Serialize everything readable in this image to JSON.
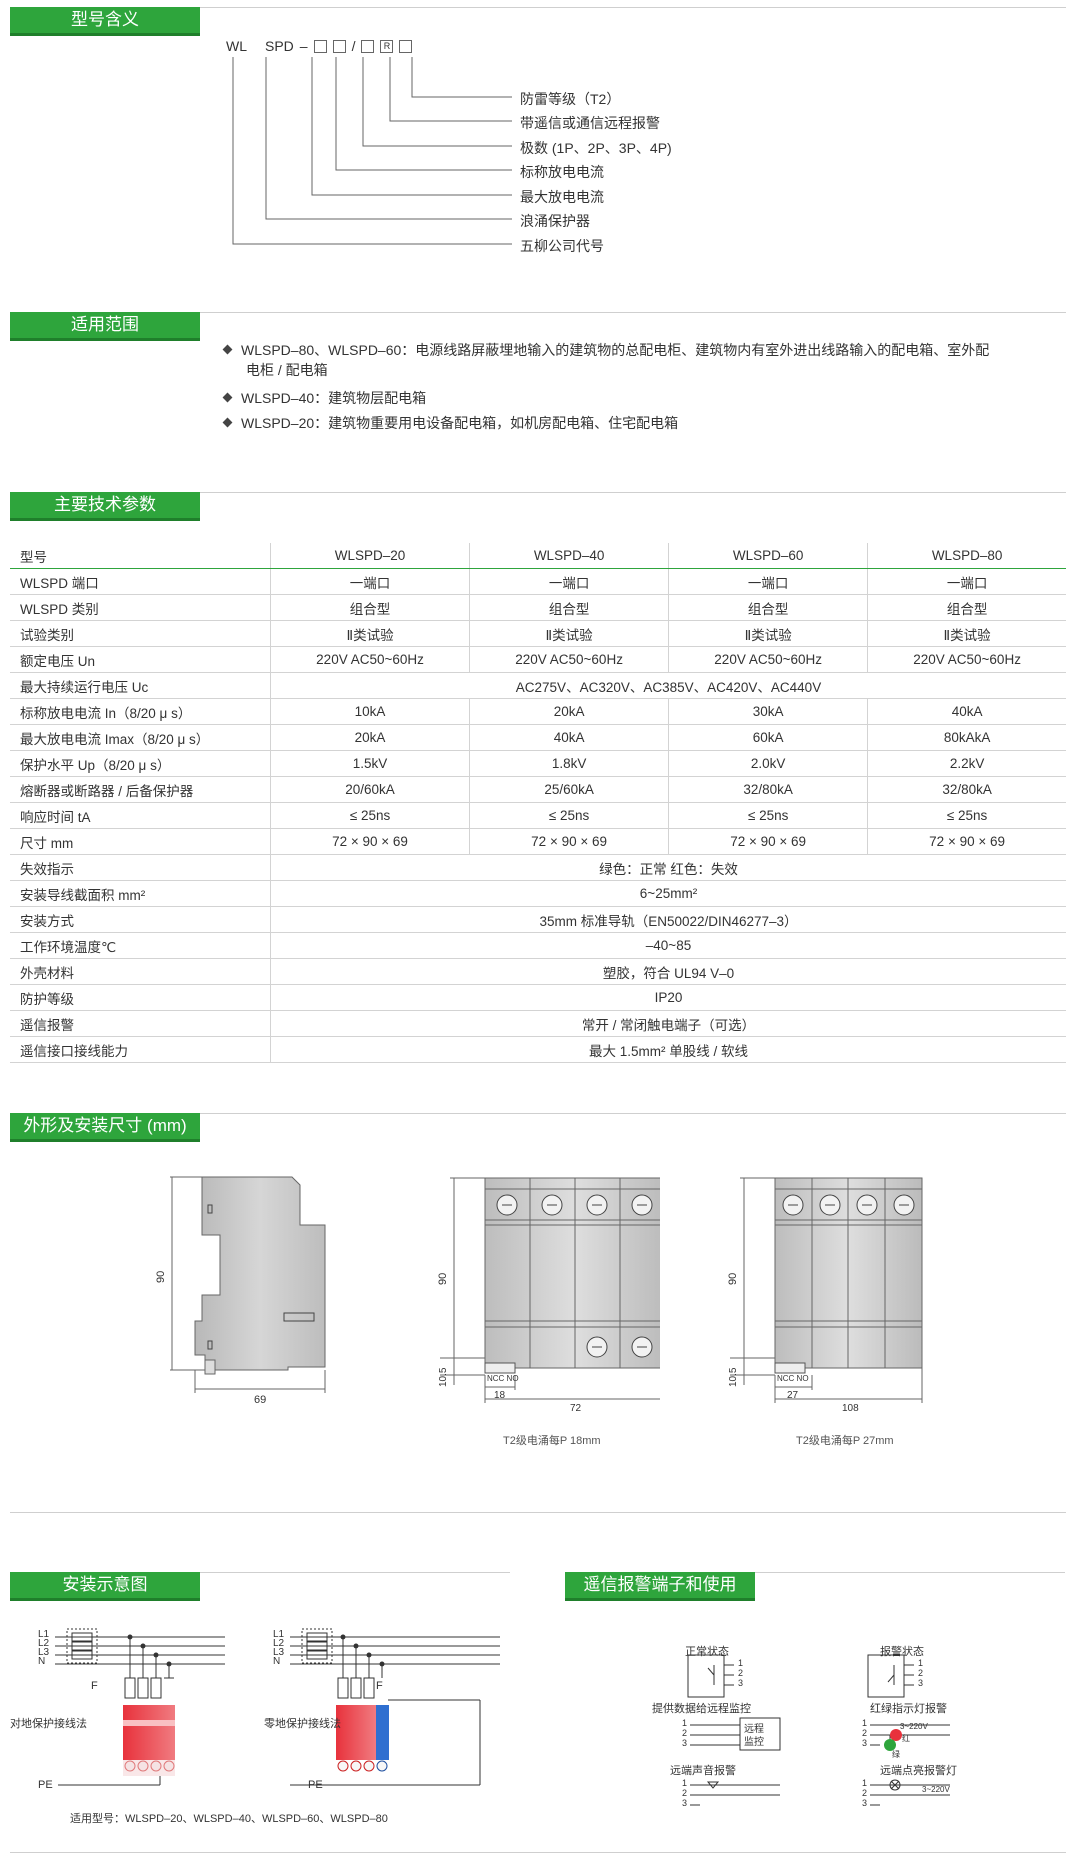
{
  "sections": {
    "model_meaning": "型号含义",
    "scope": "适用范围",
    "params": "主要技术参数",
    "dimensions": "外形及安装尺寸 (mm)",
    "install": "安装示意图",
    "alarm": "遥信报警端子和使用"
  },
  "model_code": {
    "prefix": "WL",
    "spd": "SPD",
    "dash": "–",
    "slash": "/",
    "r_mark": "R",
    "labels": [
      "防雷等级（T2）",
      "带遥信或通信远程报警",
      "极数 (1P、2P、3P、4P)",
      "标称放电电流",
      "最大放电电流",
      "浪涌保护器",
      "五柳公司代号"
    ]
  },
  "scope_items": [
    "WLSPD–80、WLSPD–60：电源线路屏蔽埋地输入的建筑物的总配电柜、建筑物内有室外进出线路输入的配电箱、室外配",
    "电柜 / 配电箱",
    "WLSPD–40：建筑物层配电箱",
    "WLSPD–20：建筑物重要用电设备配电箱，如机房配电箱、住宅配电箱"
  ],
  "table": {
    "headers": [
      "型号",
      "WLSPD–20",
      "WLSPD–40",
      "WLSPD–60",
      "WLSPD–80"
    ],
    "rows": [
      [
        "WLSPD 端口",
        "一端口",
        "一端口",
        "一端口",
        "一端口"
      ],
      [
        "WLSPD 类别",
        "组合型",
        "组合型",
        "组合型",
        "组合型"
      ],
      [
        "试验类别",
        "Ⅱ类试验",
        "Ⅱ类试验",
        "Ⅱ类试验",
        "Ⅱ类试验"
      ],
      [
        "额定电压 Un",
        "220V AC50~60Hz",
        "220V AC50~60Hz",
        "220V AC50~60Hz",
        "220V AC50~60Hz"
      ],
      [
        "最大持续运行电压 Uc",
        "AC275V、AC320V、AC385V、AC420V、AC440V"
      ],
      [
        "标称放电电流 In（8/20 μ s）",
        "10kA",
        "20kA",
        "30kA",
        "40kA"
      ],
      [
        "最大放电电流 Imax（8/20 μ s）",
        "20kA",
        "40kA",
        "60kA",
        "80kAkA"
      ],
      [
        "保护水平 Up（8/20 μ s）",
        "1.5kV",
        "1.8kV",
        "2.0kV",
        "2.2kV"
      ],
      [
        "熔断器或断路器 / 后备保护器",
        "20/60kA",
        "25/60kA",
        "32/80kA",
        "32/80kA"
      ],
      [
        "响应时间 tA",
        "≤ 25ns",
        "≤ 25ns",
        "≤ 25ns",
        "≤ 25ns"
      ],
      [
        "尺寸 mm",
        "72 × 90 × 69",
        "72 × 90 × 69",
        "72 × 90 × 69",
        "72 × 90 × 69"
      ],
      [
        "失效指示",
        "绿色：正常   红色：失效"
      ],
      [
        "安装导线截面积 mm²",
        "6~25mm²"
      ],
      [
        "安装方式",
        "35mm 标准导轨（EN50022/DIN46277–3）"
      ],
      [
        "工作环境温度℃",
        "–40~85"
      ],
      [
        "外壳材料",
        "塑胶，符合 UL94 V–0"
      ],
      [
        "防护等级",
        "IP20"
      ],
      [
        "遥信报警",
        "常开 / 常闭触电端子（可选）"
      ],
      [
        "遥信接口接线能力",
        "最大 1.5mm² 单股线 / 软线"
      ]
    ]
  },
  "dimensions": {
    "side": {
      "h": "90",
      "w": "69"
    },
    "d4p_18": {
      "h": "90",
      "h2": "10.5",
      "ncno": "NCC NO",
      "w1": "18",
      "w": "72",
      "caption": "T2级电涌每P 18mm"
    },
    "d4p_27": {
      "h": "90",
      "h2": "10.5",
      "ncno": "NCC NO",
      "w1": "27",
      "w": "108",
      "caption": "T2级电涌每P 27mm"
    }
  },
  "install": {
    "lines": [
      "L1",
      "L2",
      "L3",
      "N"
    ],
    "f_label": "F",
    "pe_label": "PE",
    "left_caption": "对地保护接线法",
    "right_caption": "零地保护接线法",
    "models": "适用型号：WLSPD–20、WLSPD–40、WLSPD–60、WLSPD–80"
  },
  "alarm": {
    "normal": "正常状态",
    "alarm": "报警状态",
    "data_remote": "提供数据给远程监控",
    "remote_box": [
      "远程",
      "监控"
    ],
    "red_green": "红绿指示灯报警",
    "sound": "远端声音报警",
    "lamp": "远端点亮报警灯",
    "voltage": "3~220V",
    "red": "红",
    "green": "绿",
    "pins": [
      "1",
      "2",
      "3"
    ]
  },
  "colors": {
    "green": "#2ea53c",
    "dark_green": "#1f7f2b",
    "red": "#e8323c",
    "blue": "#2f6fd0"
  }
}
